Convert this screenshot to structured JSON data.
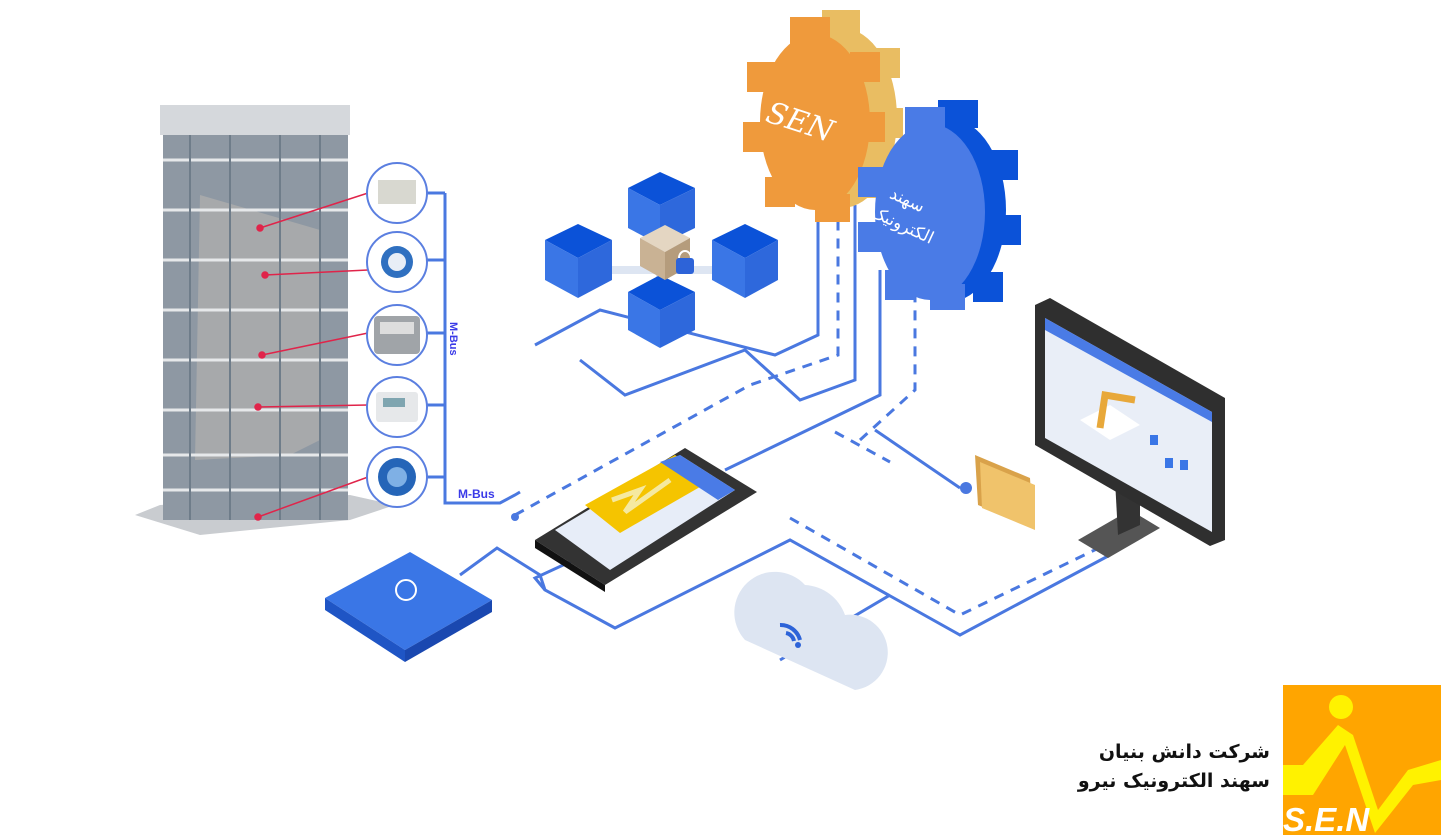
{
  "diagram": {
    "gear_orange_label": "SEN",
    "gear_blue_label_line1": "سهند",
    "gear_blue_label_line2": "الکترونیک",
    "mbus_label_vertical": "M-Bus",
    "mbus_label_horizontal": "M-Bus",
    "colors": {
      "line": "#4a78e0",
      "orange": "#ef9a3c",
      "blue": "#4a7be6",
      "logo_bg": "#FFA500",
      "logo_yellow": "#FFF200"
    }
  },
  "footer": {
    "company_line1": "شرکت دانش بنیان",
    "company_line2": "سهند الکترونیک نیرو",
    "logo_text": "S.E.N"
  }
}
